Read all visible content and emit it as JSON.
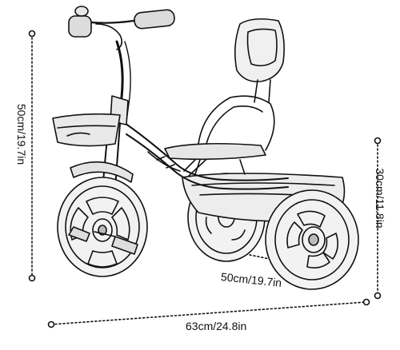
{
  "dimensions": {
    "height_label": "50cm/19.7in",
    "seat_height_label": "30cm/11.8in",
    "width_label": "50cm/19.7in",
    "length_label": "63cm/24.8in"
  },
  "colors": {
    "line": "#111111",
    "shade": "#cfcfcf",
    "background": "#ffffff"
  }
}
